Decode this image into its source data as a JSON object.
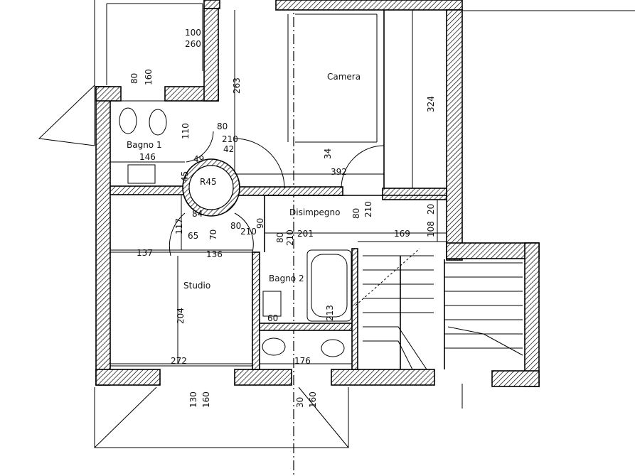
{
  "rooms": {
    "camera": "Camera",
    "bagno1": "Bagno 1",
    "disimpegno": "Disimpegno",
    "bagno2": "Bagno 2",
    "studio": "Studio"
  },
  "dimensions": {
    "d_100": "100",
    "d_260a": "260",
    "d_80a": "80",
    "d_160a": "160",
    "d_263": "263",
    "d_324": "324",
    "d_110": "110",
    "d_80b": "80",
    "d_210a": "210",
    "d_42": "42",
    "d_146": "146",
    "d_49": "49",
    "d_34": "34",
    "d_392": "392",
    "d_45": "45",
    "d_r45": "R45",
    "d_80c": "80",
    "d_210b": "210",
    "d_108": "108",
    "d_20": "20",
    "d_117": "117",
    "d_84": "84",
    "d_65": "65",
    "d_70": "70",
    "d_80d": "80",
    "d_210c": "210",
    "d_90": "90",
    "d_80e": "80",
    "d_210d": "210",
    "d_201": "201",
    "d_169": "169",
    "d_137": "137",
    "d_136": "136",
    "d_213": "213",
    "d_60": "60",
    "d_204": "204",
    "d_272": "272",
    "d_176": "176",
    "d_130": "130",
    "d_160b": "160",
    "d_30": "30",
    "d_160c": "160"
  }
}
